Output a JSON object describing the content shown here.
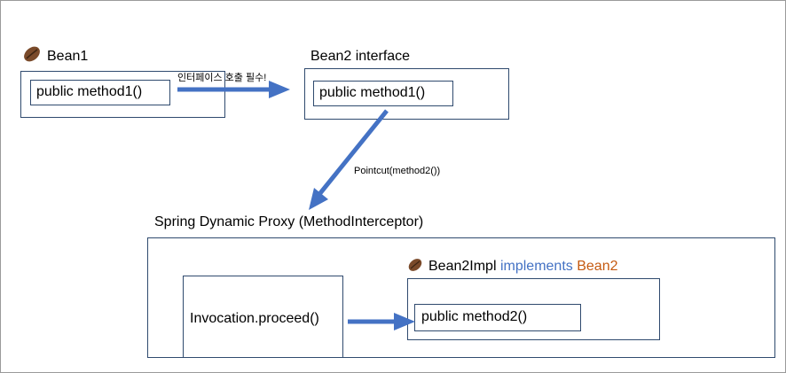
{
  "bean1": {
    "title": "Bean1",
    "method": "public method1()"
  },
  "call_note": "인터페이스 호출 필수!",
  "bean2_interface": {
    "title": "Bean2 interface",
    "method": "public method1()"
  },
  "pointcut_label": "Pointcut(method2())",
  "proxy": {
    "title": "Spring Dynamic Proxy (MethodInterceptor)",
    "invocation": "Invocation.proceed()"
  },
  "bean2impl": {
    "name": "Bean2Impl",
    "implements": "implements",
    "interface_name": "Bean2",
    "method": "public method2()"
  },
  "colors": {
    "arrow": "#4472c4",
    "implements_text": "#4472c4",
    "interface_text": "#c55a11",
    "box_border": "#2f4a6e"
  },
  "icons": [
    "coffee-bean-icon"
  ]
}
